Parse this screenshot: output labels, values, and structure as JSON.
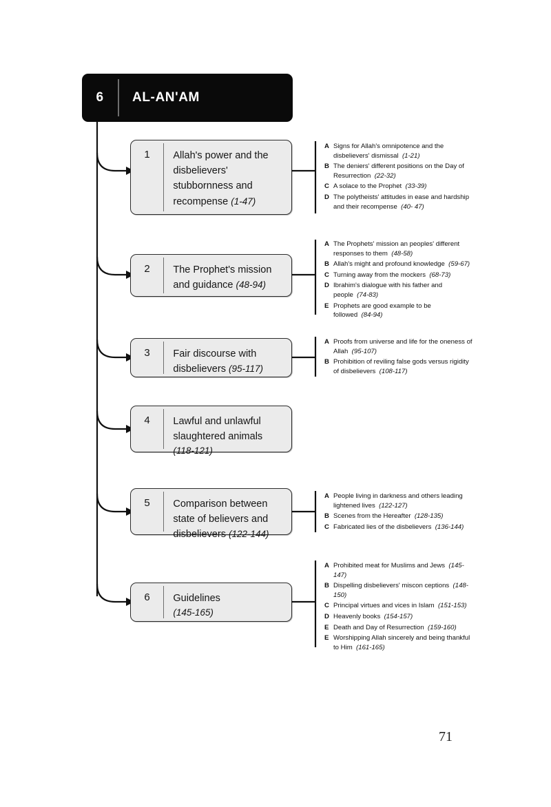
{
  "page": {
    "number": "71"
  },
  "header": {
    "number": "6",
    "title": "AL-AN'AM"
  },
  "sections": [
    {
      "number": "1",
      "title": "Allah's power and the disbelievers' stubbornness and recompense",
      "range": "(1-47)",
      "subitems": [
        {
          "label": "A",
          "text": "Signs for Allah's omnipotence and the disbelievers' dismissal",
          "range": "(1-21)"
        },
        {
          "label": "B",
          "text": "The deniers' different positions on the Day of Resurrection",
          "range": "(22-32)"
        },
        {
          "label": "C",
          "text": "A solace to the Prophet",
          "range": "(33-39)"
        },
        {
          "label": "D",
          "text": "The polytheists' attitudes in ease and hardship and their recompense",
          "range": "(40- 47)"
        }
      ]
    },
    {
      "number": "2",
      "title": "The Prophet's mission and guidance",
      "range": "(48-94)",
      "subitems": [
        {
          "label": "A",
          "text": "The Prophets' mission an peoples' different responses to them",
          "range": "(48-58)"
        },
        {
          "label": "B",
          "text": "Allah's might and profound knowledge",
          "range": "(59-67)"
        },
        {
          "label": "C",
          "text": "Turning away from the mockers",
          "range": "(68-73)"
        },
        {
          "label": "D",
          "text": "Ibrahim's dialogue with his father and people",
          "range": "(74-83)"
        },
        {
          "label": "E",
          "text": "Prophets are good example to be followed",
          "range": "(84-94)"
        }
      ]
    },
    {
      "number": "3",
      "title": "Fair discourse with disbelievers",
      "range": "(95-117)",
      "subitems": [
        {
          "label": "A",
          "text": "Proofs from universe and life for the oneness of Allah",
          "range": "(95-107)"
        },
        {
          "label": "B",
          "text": "Prohibition of reviling false gods versus rigidity of disbelievers",
          "range": "(108-117)"
        }
      ]
    },
    {
      "number": "4",
      "title": "Lawful and unlawful slaughtered animals",
      "range": "(118-121)",
      "subitems": []
    },
    {
      "number": "5",
      "title": "Comparison between state of believers and disbelievers",
      "range": "(122-144)",
      "subitems": [
        {
          "label": "A",
          "text": "People living in darkness and others leading lightened lives",
          "range": "(122-127)"
        },
        {
          "label": "B",
          "text": "Scenes from the Hereafter",
          "range": "(128-135)"
        },
        {
          "label": "C",
          "text": "Fabricated lies of the disbelievers",
          "range": "(136-144)"
        }
      ]
    },
    {
      "number": "6",
      "title": "Guidelines",
      "range": "(145-165)",
      "subitems": [
        {
          "label": "A",
          "text": "Prohibited meat for Muslims and Jews",
          "range": "(145-147)"
        },
        {
          "label": "B",
          "text": "Dispelling disbelievers' miscon ceptions",
          "range": "(148-150)"
        },
        {
          "label": "C",
          "text": "Principal virtues and vices in Islam",
          "range": "(151-153)"
        },
        {
          "label": "D",
          "text": "Heavenly books",
          "range": "(154-157)"
        },
        {
          "label": "E",
          "text": "Death and Day of Resurrection",
          "range": "(159-160)"
        },
        {
          "label": "E",
          "text": "Worshipping Allah sincerely and being thankful to Him",
          "range": "(161-165)"
        }
      ]
    }
  ],
  "colors": {
    "header_bg": "#0a0a0a",
    "box_bg": "#ebebeb",
    "box_border": "#2b2b2b",
    "line": "#101010"
  }
}
